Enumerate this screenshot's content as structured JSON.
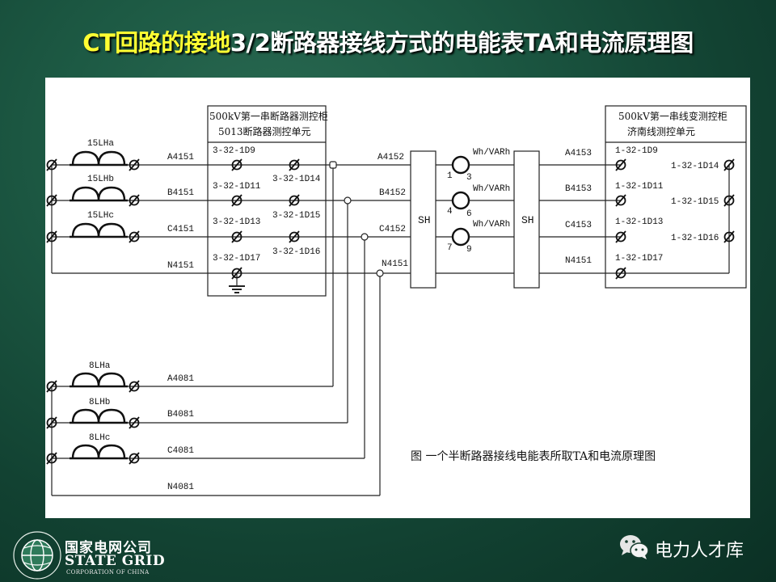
{
  "title": {
    "part_yellow": "CT回路的接地",
    "part_white": "3/2断路器接线方式的电能表TA和电流原理图"
  },
  "diagram": {
    "left_cabinet": {
      "header_line1": "500kV第一串断路器测控柜",
      "header_line2": "5013断路器测控单元",
      "terminals_left": [
        "3-32-1D9",
        "3-32-1D11",
        "3-32-1D13",
        "3-32-1D17"
      ],
      "terminals_right": [
        "3-32-1D14",
        "3-32-1D15",
        "3-32-1D16"
      ]
    },
    "right_cabinet": {
      "header_line1": "500kV第一串线变测控柜",
      "header_line2": "济南线测控单元",
      "terminals_left": [
        "1-32-1D9",
        "1-32-1D11",
        "1-32-1D13",
        "1-32-1D17"
      ],
      "terminals_right": [
        "1-32-1D14",
        "1-32-1D15",
        "1-32-1D16"
      ]
    },
    "top_cts": [
      "15LHa",
      "15LHb",
      "15LHc"
    ],
    "bottom_cts": [
      "8LHa",
      "8LHb",
      "8LHc"
    ],
    "wires_top_in": [
      "A4151",
      "B4151",
      "C4151",
      "N4151"
    ],
    "wires_mid": [
      "A4152",
      "B4152",
      "C4152",
      "N4151"
    ],
    "wires_right": [
      "A4153",
      "B4153",
      "C4153",
      "N4151"
    ],
    "wires_bottom": [
      "A4081",
      "B4081",
      "C4081",
      "N4081"
    ],
    "sh_labels": [
      "SH",
      "SH"
    ],
    "meters": [
      {
        "label": "Wh/VARh",
        "pin_in": "1",
        "pin_out": "3"
      },
      {
        "label": "Wh/VARh",
        "pin_in": "4",
        "pin_out": "6"
      },
      {
        "label": "Wh/VARh",
        "pin_in": "7",
        "pin_out": "9"
      }
    ],
    "caption": "图  一个半断路器接线电能表所取TA和电流原理图"
  },
  "footer": {
    "company_cn": "国家电网公司",
    "company_en": "STATE GRID",
    "company_sub": "CORPORATION OF CHINA",
    "wechat_account": "电力人才库"
  },
  "colors": {
    "title_highlight": "#ffff33",
    "background": "#1d5a44",
    "panel": "#ffffff"
  }
}
